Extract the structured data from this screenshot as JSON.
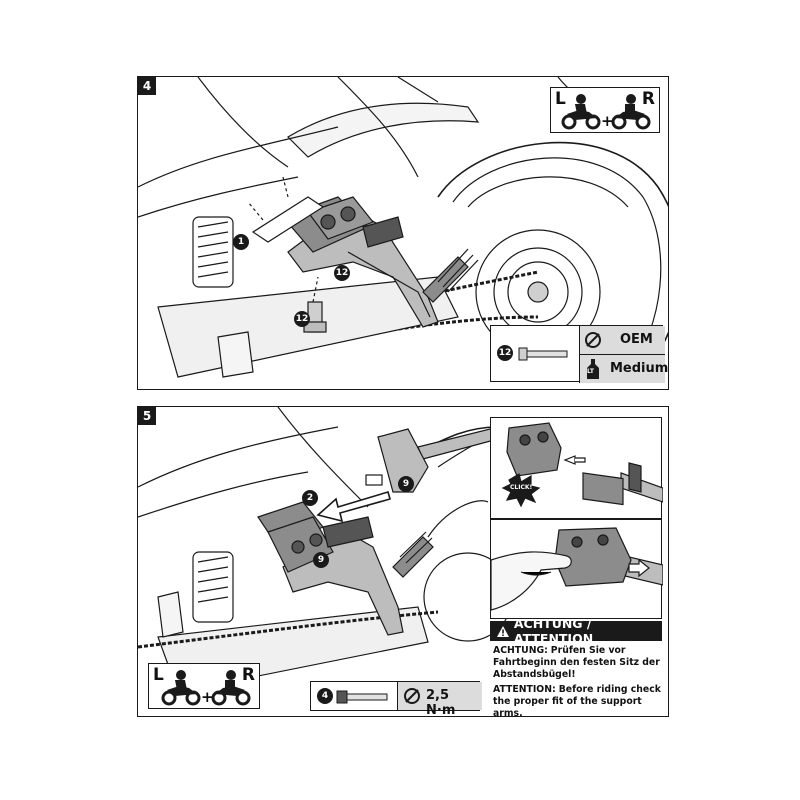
{
  "step4": {
    "number": "4",
    "callouts": {
      "part_1": "1",
      "part_12a": "12",
      "part_12b": "12",
      "screw_12": "12"
    },
    "side_badge": {
      "left": "L",
      "right": "R",
      "plus": "+"
    },
    "spec": {
      "screw_ref": "12",
      "torque_label": "OEM",
      "threadlock_label": "Medium",
      "threadlock_icon_text": "LT"
    }
  },
  "step5": {
    "number": "5",
    "callouts": {
      "part_2": "2",
      "part_9a": "9",
      "part_9b": "9"
    },
    "click_text": "CLICK!",
    "side_badge": {
      "left": "L",
      "right": "R",
      "plus": "+"
    },
    "spec": {
      "screw_ref": "4",
      "torque_value": "2,5 N·m"
    },
    "warning": {
      "title": "ACHTUNG / ATTENTION",
      "de_label": "ACHTUNG:",
      "de_text": "Prüfen Sie vor Fahrtbeginn den festen Sitz der Abstandsbügel!",
      "en_label": "ATTENTION:",
      "en_text": "Before riding check the proper fit of the support arms."
    }
  },
  "colors": {
    "line": "#1a1a1a",
    "part_gray": "#8c8c8c",
    "light_gray": "#cfcfcf",
    "panel_gray": "#dcdcdc"
  },
  "icons": [
    "motorcycle-rider-icon",
    "torque-wrench-icon",
    "threadlocker-icon",
    "warning-triangle-icon",
    "direction-arrow-icon"
  ]
}
